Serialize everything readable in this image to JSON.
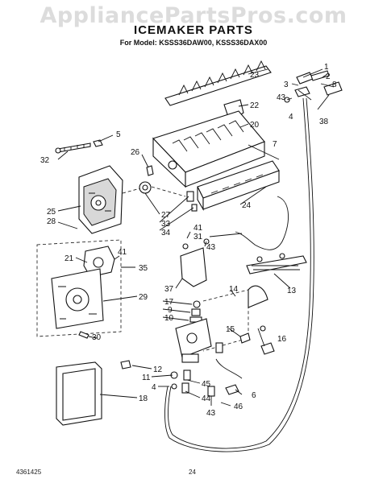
{
  "watermark": "AppliancePartsPros.com",
  "title": "ICEMAKER PARTS",
  "subtitle": "For Model: KSSS36DAW00, KSSS36DAX00",
  "footer": {
    "doc_number": "4361425",
    "page_number": "24"
  },
  "callouts": [
    "1",
    "2",
    "3",
    "43",
    "8",
    "23",
    "22",
    "4",
    "38",
    "20",
    "5",
    "7",
    "26",
    "32",
    "24",
    "25",
    "28",
    "27",
    "33",
    "34",
    "41",
    "31",
    "43",
    "21",
    "35",
    "41",
    "13",
    "37",
    "14",
    "29",
    "17",
    "9",
    "10",
    "15",
    "16",
    "30",
    "12",
    "11",
    "45",
    "44",
    "43",
    "6",
    "46",
    "4",
    "18"
  ]
}
